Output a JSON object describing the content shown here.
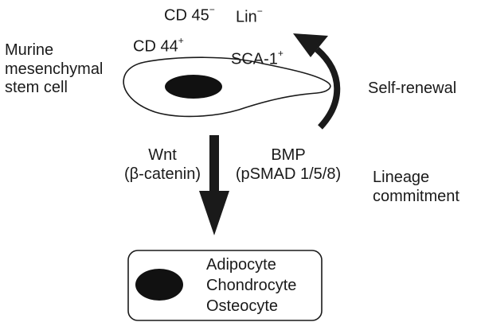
{
  "markers": {
    "cd45": "CD 45",
    "cd45_sign": "−",
    "lin": "Lin",
    "lin_sign": "−",
    "cd44": "CD 44",
    "cd44_sign": "+",
    "sca1": "SCA-1",
    "sca1_sign": "+"
  },
  "stem_cell_label": [
    "Murine",
    "mesenchymal",
    "stem cell"
  ],
  "self_renewal": "Self-renewal",
  "wnt": {
    "name": "Wnt",
    "mediator": "(β-catenin)"
  },
  "bmp": {
    "name": "BMP",
    "mediator": "(pSMAD 1/5/8)"
  },
  "lineage": [
    "Lineage",
    "commitment"
  ],
  "progeny": [
    "Adipocyte",
    "Chondrocyte",
    "Osteocyte"
  ],
  "colors": {
    "ink": "#1a1a1a",
    "nucleus": "#111111",
    "background": "#ffffff"
  }
}
